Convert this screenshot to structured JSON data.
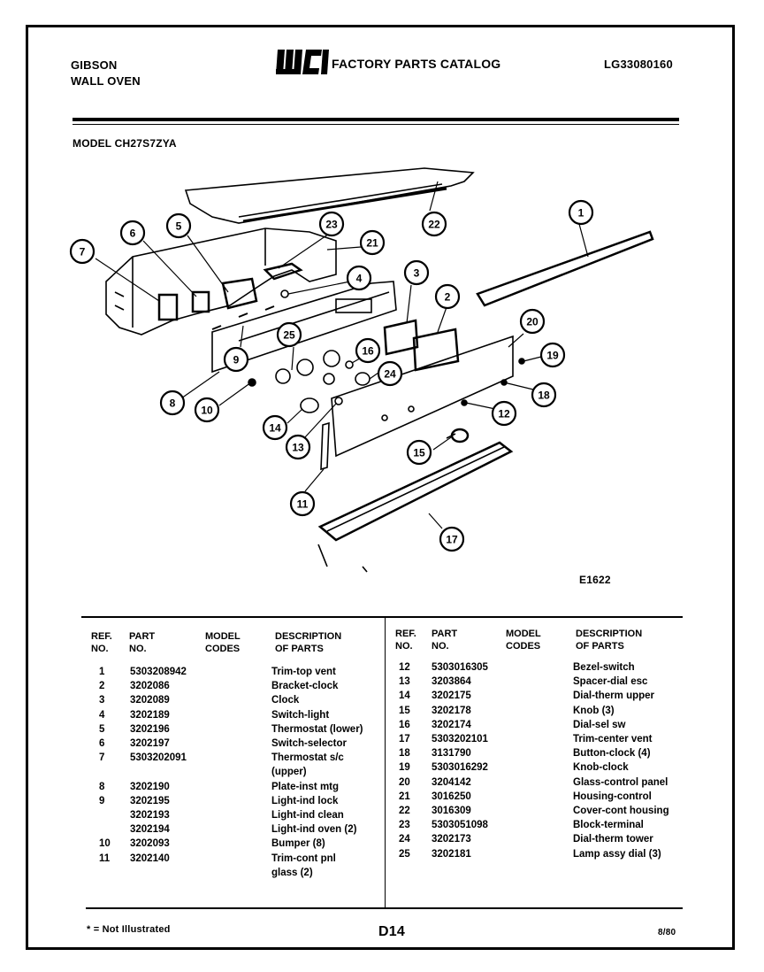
{
  "header": {
    "brand_line1": "GIBSON",
    "brand_line2": "WALL OVEN",
    "logo_text": "WCI",
    "catalog_title": "FACTORY PARTS CATALOG",
    "catalog_code": "LG33080160",
    "model": "MODEL CH27S7ZYA"
  },
  "figure_code": "E1622",
  "callouts": [
    "1",
    "2",
    "3",
    "4",
    "5",
    "6",
    "7",
    "8",
    "9",
    "10",
    "11",
    "12",
    "13",
    "14",
    "15",
    "16",
    "17",
    "18",
    "19",
    "20",
    "21",
    "22",
    "23",
    "24",
    "25"
  ],
  "table": {
    "headers": {
      "ref": "REF.\nNO.",
      "part": "PART\nNO.",
      "model": "MODEL\nCODES",
      "desc": "DESCRIPTION\nOF PARTS"
    },
    "left": [
      {
        "ref": "1",
        "part": "5303208942",
        "desc": "Trim-top vent"
      },
      {
        "ref": "2",
        "part": "3202086",
        "desc": "Bracket-clock"
      },
      {
        "ref": "3",
        "part": "3202089",
        "desc": "Clock"
      },
      {
        "ref": "4",
        "part": "3202189",
        "desc": "Switch-light"
      },
      {
        "ref": "5",
        "part": "3202196",
        "desc": "Thermostat (lower)"
      },
      {
        "ref": "6",
        "part": "3202197",
        "desc": "Switch-selector"
      },
      {
        "ref": "7",
        "part": "5303202091",
        "desc": "Thermostat s/c"
      },
      {
        "ref": "",
        "part": "",
        "desc": "(upper)"
      },
      {
        "ref": "8",
        "part": "3202190",
        "desc": "Plate-inst mtg"
      },
      {
        "ref": "9",
        "part": "3202195",
        "desc": "Light-ind lock"
      },
      {
        "ref": "",
        "part": "3202193",
        "desc": "Light-ind clean"
      },
      {
        "ref": "",
        "part": "3202194",
        "desc": "Light-ind oven (2)"
      },
      {
        "ref": "10",
        "part": "3202093",
        "desc": "Bumper (8)"
      },
      {
        "ref": "11",
        "part": "3202140",
        "desc": "Trim-cont pnl"
      },
      {
        "ref": "",
        "part": "",
        "desc": "glass (2)"
      }
    ],
    "right": [
      {
        "ref": "12",
        "part": "5303016305",
        "desc": "Bezel-switch"
      },
      {
        "ref": "13",
        "part": "3203864",
        "desc": "Spacer-dial esc"
      },
      {
        "ref": "14",
        "part": "3202175",
        "desc": "Dial-therm upper"
      },
      {
        "ref": "15",
        "part": "3202178",
        "desc": "Knob (3)"
      },
      {
        "ref": "16",
        "part": "3202174",
        "desc": "Dial-sel sw"
      },
      {
        "ref": "17",
        "part": "5303202101",
        "desc": "Trim-center vent"
      },
      {
        "ref": "18",
        "part": "3131790",
        "desc": "Button-clock (4)"
      },
      {
        "ref": "19",
        "part": "5303016292",
        "desc": "Knob-clock"
      },
      {
        "ref": "20",
        "part": "3204142",
        "desc": "Glass-control panel"
      },
      {
        "ref": "21",
        "part": "3016250",
        "desc": "Housing-control"
      },
      {
        "ref": "22",
        "part": "3016309",
        "desc": "Cover-cont housing"
      },
      {
        "ref": "23",
        "part": "5303051098",
        "desc": "Block-terminal"
      },
      {
        "ref": "24",
        "part": "3202173",
        "desc": "Dial-therm tower"
      },
      {
        "ref": "25",
        "part": "3202181",
        "desc": "Lamp assy dial (3)"
      }
    ]
  },
  "footer": {
    "footnote": "* = Not Illustrated",
    "page": "D14",
    "date": "8/80"
  }
}
